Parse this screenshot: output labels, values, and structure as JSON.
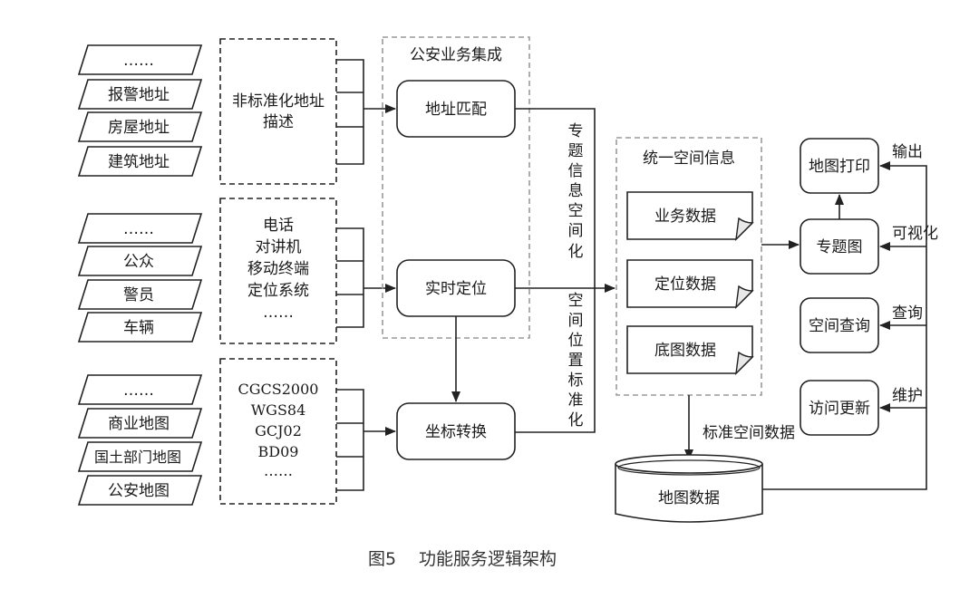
{
  "inputs": {
    "group1": [
      "……",
      "报警地址",
      "房屋地址",
      "建筑地址"
    ],
    "group2": [
      "……",
      "公众",
      "警员",
      "车辆"
    ],
    "group3": [
      "……",
      "商业地图",
      "国土部门地图",
      "公安地图"
    ]
  },
  "desc": {
    "group1": [
      "非标准化地址",
      "描述"
    ],
    "group2": [
      "电话",
      "对讲机",
      "移动终端",
      "定位系统",
      "……"
    ],
    "group3": [
      "CGCS2000",
      "WGS84",
      "GCJ02",
      "BD09",
      "……"
    ]
  },
  "integration": {
    "title": "公安业务集成",
    "address_match": "地址匹配",
    "realtime_positioning": "实时定位",
    "coordinate_conversion": "坐标转换"
  },
  "labels": {
    "thematic_spatial": [
      "专",
      "题",
      "信",
      "息",
      "空",
      "间",
      "化"
    ],
    "position_standard": [
      "空",
      "间",
      "位",
      "置",
      "标",
      "准",
      "化"
    ],
    "standard_spatial_data": "标准空间数据",
    "output": "输出",
    "visualize": "可视化",
    "query": "查询",
    "maintain": "维护"
  },
  "unified": {
    "title": "统一空间信息",
    "business_data": "业务数据",
    "position_data": "定位数据",
    "basemap_data": "底图数据"
  },
  "database": {
    "label": "地图数据"
  },
  "services": {
    "map_print": "地图打印",
    "thematic_map": "专题图",
    "spatial_query": "空间查询",
    "access_update": "访问更新"
  },
  "caption": {
    "figure": "图5",
    "title": "功能服务逻辑架构"
  }
}
